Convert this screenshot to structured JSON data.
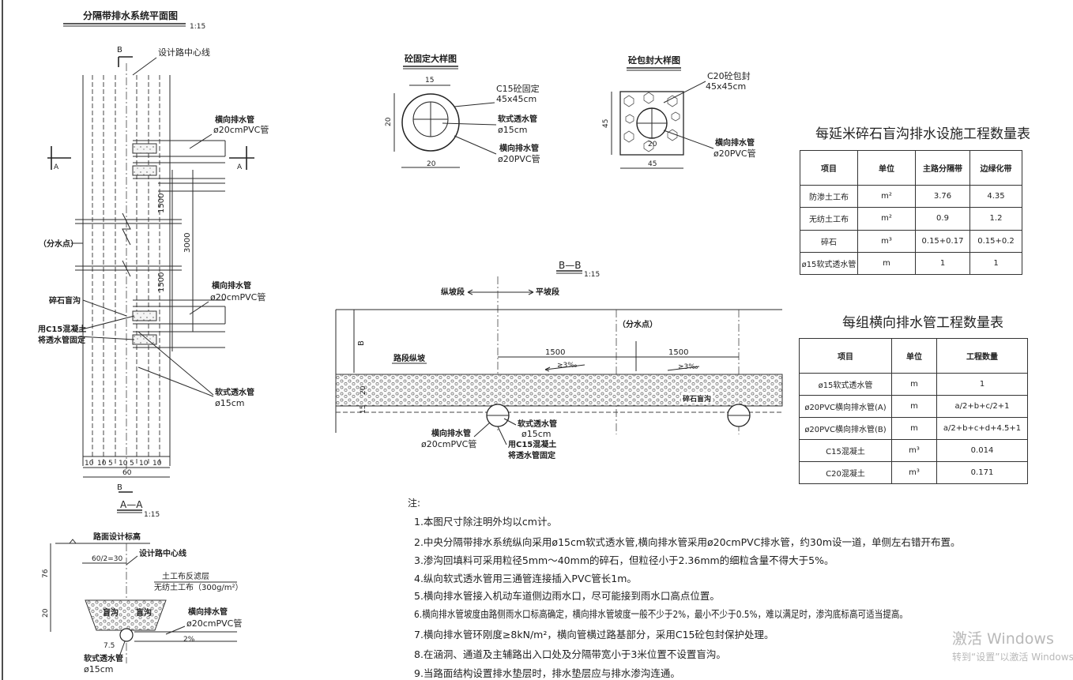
{
  "plan": {
    "title": "分隔带排水系统平面图",
    "scale": "1:15",
    "section_b_top": "B",
    "section_b_bottom": "B",
    "section_a_left": "A",
    "section_a_right": "A",
    "centerline": "设计路中心线",
    "pipe_label_1": "横向排水管",
    "pipe_size_1": "ø20cmPVC管",
    "pipe_label_2": "横向排水管",
    "pipe_size_2": "ø20cmPVC管",
    "dim_1500_top": "1500",
    "dim_3000": "3000",
    "dim_1500_bottom": "1500",
    "split_point": "（分水点）",
    "gravel_ditch": "碎石盲沟",
    "fix_note_1": "用C15混凝土",
    "fix_note_2": "将透水管固定",
    "soft_pipe": "软式透水管",
    "soft_pipe_size": "ø15cm",
    "bottom_dims": [
      "10",
      "10",
      "5",
      "10",
      "5",
      "10",
      "10"
    ],
    "total_width": "60"
  },
  "section_aa": {
    "title": "A—A",
    "scale": "1:15",
    "road_level": "路面设计标高",
    "centerline": "设计路中心线",
    "half_width": "60/2=30",
    "geotextile_1": "土工布反滤层",
    "geotextile_2": "无纺土工布（300g/m²）",
    "dim_76": "76",
    "dim_20": "20",
    "ditch_left": "盲沟",
    "ditch_right": "盲沟",
    "pipe_label": "横向排水管",
    "pipe_size": "ø20cmPVC管",
    "slope": "2%",
    "dim_75": "7.5",
    "soft_pipe": "软式透水管",
    "soft_pipe_size": "ø15cm"
  },
  "detail_concrete": {
    "title": "砼固定大样图",
    "dim_top": "15",
    "dim_left": "20",
    "dim_bottom": "20",
    "label_c15": "C15砼固定",
    "label_c15_size": "45x45cm",
    "label_soft": "软式透水管",
    "label_soft_size": "ø15cm",
    "label_pipe": "横向排水管",
    "label_pipe_size": "ø20PVC管"
  },
  "detail_wrap": {
    "title": "砼包封大样图",
    "label_c20": "C20砼包封",
    "label_c20_size": "45x45cm",
    "dim_left": "45",
    "dim_inner": "20",
    "dim_bottom": "45",
    "label_pipe": "横向排水管",
    "label_pipe_size": "ø20PVC管"
  },
  "section_bb": {
    "title": "B—B",
    "scale": "1:15",
    "longitudinal": "纵坡段",
    "flat": "平坡段",
    "split_point": "（分水点）",
    "dim_b": "B",
    "dim_1500_a": "1500",
    "dim_1500_b": "1500",
    "road_slope": "路段纵坡",
    "slope_a": "≥3‰",
    "slope_b": "≥3‰",
    "dim_20": "20",
    "dim_15": "15",
    "gravel_ditch": "碎石盲沟",
    "pipe_label": "横向排水管",
    "pipe_size": "ø20cmPVC管",
    "soft_pipe": "软式透水管",
    "soft_pipe_size": "ø15cm",
    "fix_note_1": "用C15混凝土",
    "fix_note_2": "将透水管固定"
  },
  "table1": {
    "title": "每延米碎石盲沟排水设施工程数量表",
    "headers": [
      "项目",
      "单位",
      "主路分隔带",
      "边绿化带"
    ],
    "rows": [
      [
        "防渗土工布",
        "m²",
        "3.76",
        "4.35"
      ],
      [
        "无纺土工布",
        "m²",
        "0.9",
        "1.2"
      ],
      [
        "碎石",
        "m³",
        "0.15+0.17",
        "0.15+0.2"
      ],
      [
        "ø15软式透水管",
        "m",
        "1",
        "1"
      ]
    ]
  },
  "table2": {
    "title": "每组横向排水管工程数量表",
    "headers": [
      "项目",
      "单位",
      "工程数量"
    ],
    "rows": [
      [
        "ø15软式透水管",
        "m",
        "1"
      ],
      [
        "ø20PVC横向排水管(A)",
        "m",
        "a/2+b+c/2+1"
      ],
      [
        "ø20PVC横向排水管(B)",
        "m",
        "a/2+b+c+d+4.5+1"
      ],
      [
        "C15混凝土",
        "m³",
        "0.014"
      ],
      [
        "C20混凝土",
        "m³",
        "0.171"
      ]
    ]
  },
  "notes": {
    "heading": "注:",
    "items": [
      "1.本图尺寸除注明外均以cm计。",
      "2.中央分隔带排水系统纵向采用ø15cm软式透水管,横向排水管采用ø20cmPVC排水管，约30m设一道，单侧左右错开布置。",
      "3.渗沟回填料可采用粒径5mm～40mm的碎石，但粒径小于2.36mm的细粒含量不得大于5%。",
      "4.纵向软式透水管用三通管连接插入PVC管长1m。",
      "5.横向排水管接入机动车道侧边雨水口，尽可能接到雨水口高点位置。",
      "6.横向排水管坡度由路侧雨水口标高确定，横向排水管坡度一般不少于2%，最小不少于0.5%，难以满足时，渗沟底标高可适当提高。",
      "7.横向排水管环刚度≥8kN/m²，横向管横过路基部分，采用C15砼包封保护处理。",
      "8.在涵洞、通道及主辅路出入口处及分隔带宽小于3米位置不设置盲沟。",
      "9.当路面结构设置排水垫层时，排水垫层应与排水渗沟连通。"
    ]
  },
  "watermark": {
    "line1": "激活 Windows",
    "line2": "转到“设置”以激活 Windows。"
  }
}
